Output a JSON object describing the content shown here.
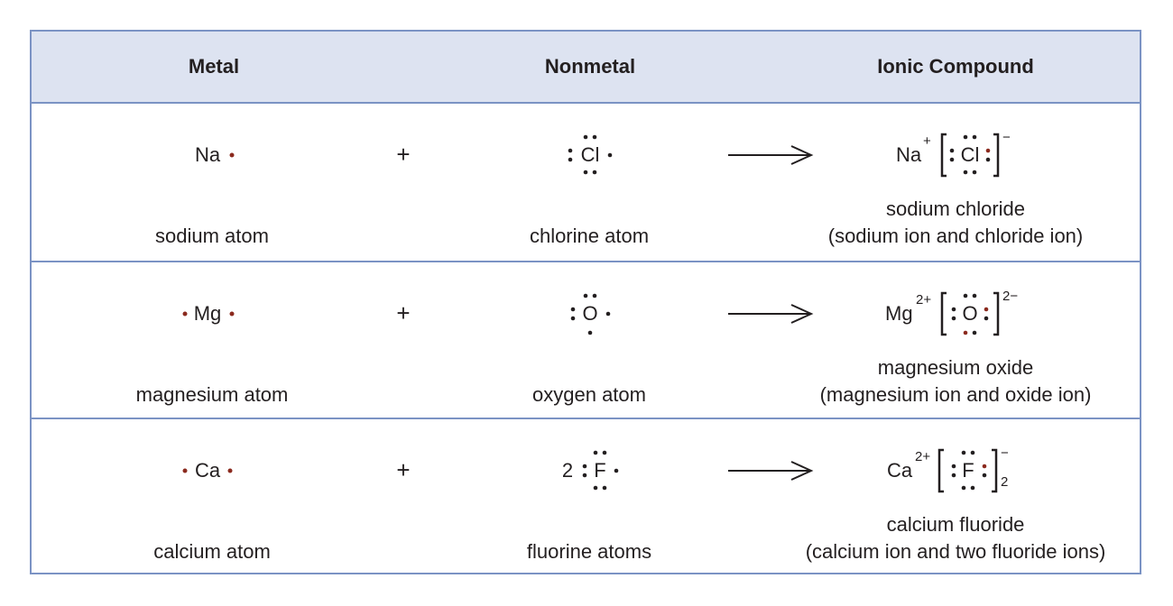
{
  "colors": {
    "border": "#7b93c4",
    "header_bg": "#dde3f1",
    "electron_black": "#231f20",
    "electron_red": "#8b2a1e"
  },
  "headers": {
    "metal": "Metal",
    "nonmetal": "Nonmetal",
    "compound": "Ionic Compound"
  },
  "rows": [
    {
      "metal_symbol": "Na",
      "metal_name": "sodium atom",
      "plus": "+",
      "nonmetal_coef": "",
      "nonmetal_symbol": "Cl",
      "nonmetal_name": "chlorine atom",
      "cation": "Na",
      "cation_charge": "+",
      "anion": "Cl",
      "anion_charge": "−",
      "anion_subscript": "",
      "compound_name": "sodium chloride",
      "compound_detail": "(sodium ion and chloride ion)"
    },
    {
      "metal_symbol": "Mg",
      "metal_name": "magnesium atom",
      "plus": "+",
      "nonmetal_coef": "",
      "nonmetal_symbol": "O",
      "nonmetal_name": "oxygen atom",
      "cation": "Mg",
      "cation_charge": "2+",
      "anion": "O",
      "anion_charge": "2−",
      "anion_subscript": "",
      "compound_name": "magnesium oxide",
      "compound_detail": "(magnesium ion and oxide ion)"
    },
    {
      "metal_symbol": "Ca",
      "metal_name": "calcium atom",
      "plus": "+",
      "nonmetal_coef": "2",
      "nonmetal_symbol": "F",
      "nonmetal_name": "fluorine atoms",
      "cation": "Ca",
      "cation_charge": "2+",
      "anion": "F",
      "anion_charge": "−",
      "anion_subscript": "2",
      "compound_name": "calcium fluoride",
      "compound_detail": "(calcium ion and two fluoride ions)"
    }
  ]
}
